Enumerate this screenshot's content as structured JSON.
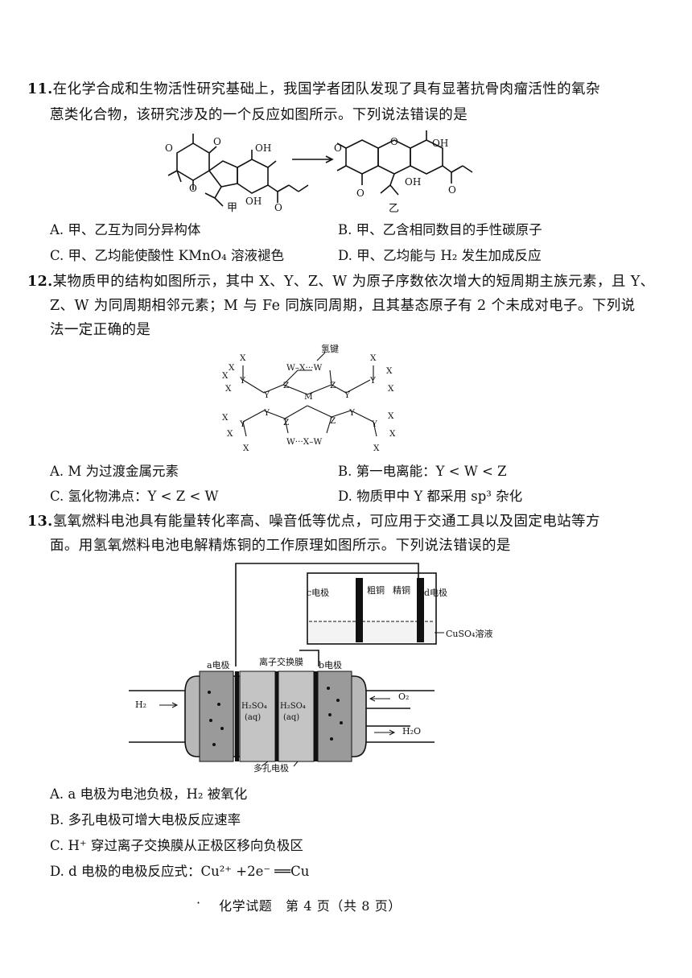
{
  "q11": {
    "number": "11.",
    "line1": "在化学合成和生物活性研究基础上，我国学者团队发现了具有显著抗骨肉瘤活性的氧杂",
    "line2": "蒽类化合物，该研究涉及的一个反应如图所示。下列说法错误的是",
    "label_jia": "甲",
    "label_yi": "乙",
    "options": {
      "A": "A. 甲、乙互为同分异构体",
      "B": "B. 甲、乙含相同数目的手性碳原子",
      "C": "C. 甲、乙均能使酸性 KMnO₄ 溶液褪色",
      "D": "D. 甲、乙均能与 H₂ 发生加成反应"
    }
  },
  "q12": {
    "number": "12.",
    "line1": "某物质甲的结构如图所示，其中 X、Y、Z、W 为原子序数依次增大的短周期主族元素，且 Y、",
    "line2": "Z、W 为同周期相邻元素；M 与 Fe 同族同周期，且其基态原子有 2 个未成对电子。下列说",
    "line3": "法一定正确的是",
    "hbond_label": "氢键",
    "options": {
      "A": "A. M 为过渡金属元素",
      "B": "B. 第一电离能：Y < W < Z",
      "C": "C. 氢化物沸点：Y < Z < W",
      "D": "D. 物质甲中 Y 都采用 sp³ 杂化"
    }
  },
  "q13": {
    "number": "13.",
    "line1": "氢氧燃料电池具有能量转化率高、噪音低等优点，可应用于交通工具以及固定电站等方",
    "line2": "面。用氢氧燃料电池电解精炼铜的工作原理如图所示。下列说法错误的是",
    "labels": {
      "c_electrode": "c电极",
      "crude_cu": "粗铜",
      "pure_cu": "精铜",
      "d_electrode": "d电极",
      "cuso4": "CuSO₄溶液",
      "a_electrode": "a电极",
      "membrane": "离子交换膜",
      "b_electrode": "b电极",
      "h2": "H₂",
      "o2": "O₂",
      "h2o": "H₂O",
      "h2so4": "H₂SO₄",
      "aq": "(aq)",
      "porous": "多孔电极"
    },
    "options": {
      "A": "A. a 电极为电池负极，H₂ 被氧化",
      "B": "B. 多孔电极可增大电极反应速率",
      "C": "C. H⁺ 穿过离子交换膜从正极区移向负极区",
      "D": "D. d 电极的电极反应式：Cu²⁺ +2e⁻ ══Cu"
    }
  },
  "footer": {
    "dot": "·",
    "text": "化学试题　第 4 页（共 8 页）"
  }
}
